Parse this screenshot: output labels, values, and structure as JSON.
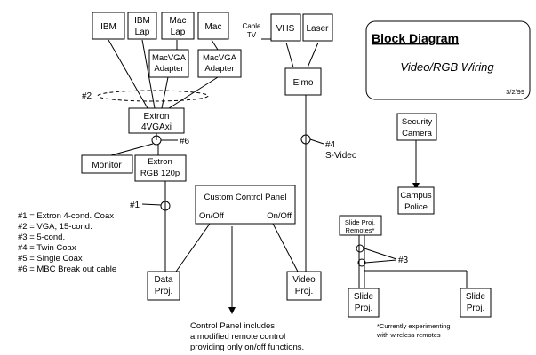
{
  "colors": {
    "line": "#000000",
    "background": "#ffffff"
  },
  "title_panel": {
    "title": "Block Diagram",
    "subtitle": "Video/RGB Wiring",
    "date": "3/2/99"
  },
  "devices": {
    "ibm": "IBM",
    "ibm_lap": [
      "IBM",
      "Lap"
    ],
    "mac_lap": [
      "Mac",
      "Lap"
    ],
    "mac": "Mac",
    "cable_tv": [
      "Cable",
      "TV"
    ],
    "vhs": "VHS",
    "laser": "Laser",
    "macvga_adapter_1": [
      "MacVGA",
      "Adapter"
    ],
    "macvga_adapter_2": [
      "MacVGA",
      "Adapter"
    ],
    "extron_4vgaxi": [
      "Extron",
      "4VGAxi"
    ],
    "monitor": "Monitor",
    "extron_rgb": [
      "Extron",
      "RGB 120p"
    ],
    "elmo": "Elmo",
    "security_camera": [
      "Security",
      "Camera"
    ],
    "campus_police": [
      "Campus",
      "Police"
    ],
    "slide_remotes": [
      "Slide Proj.",
      "Remotes*"
    ],
    "data_proj": [
      "Data",
      "Proj."
    ],
    "video_proj": [
      "Video",
      "Proj."
    ],
    "slide_proj_1": [
      "Slide",
      "Proj."
    ],
    "slide_proj_2": [
      "Slide",
      "Proj."
    ]
  },
  "control_panel": {
    "title": "Custom Control Panel",
    "switch_left": "On/Off",
    "switch_right": "On/Off"
  },
  "cable_labels": {
    "c2": "#2",
    "c6": "#6",
    "c1": "#1",
    "c4": "#4",
    "c4_type": "S-Video",
    "c3": "#3"
  },
  "legend": [
    "#1 = Extron 4-cond. Coax",
    "#2 = VGA, 15-cond.",
    "#3 = 5-cond.",
    "#4 = Twin Coax",
    "#5 = Single Coax",
    "#6 = MBC Break out cable"
  ],
  "notes": {
    "control_panel_note": [
      "Control Panel includes",
      "a modified remote control",
      "providing only on/off functions."
    ],
    "wireless_note": [
      "*Currently experimenting",
      "with wireless remotes"
    ]
  }
}
